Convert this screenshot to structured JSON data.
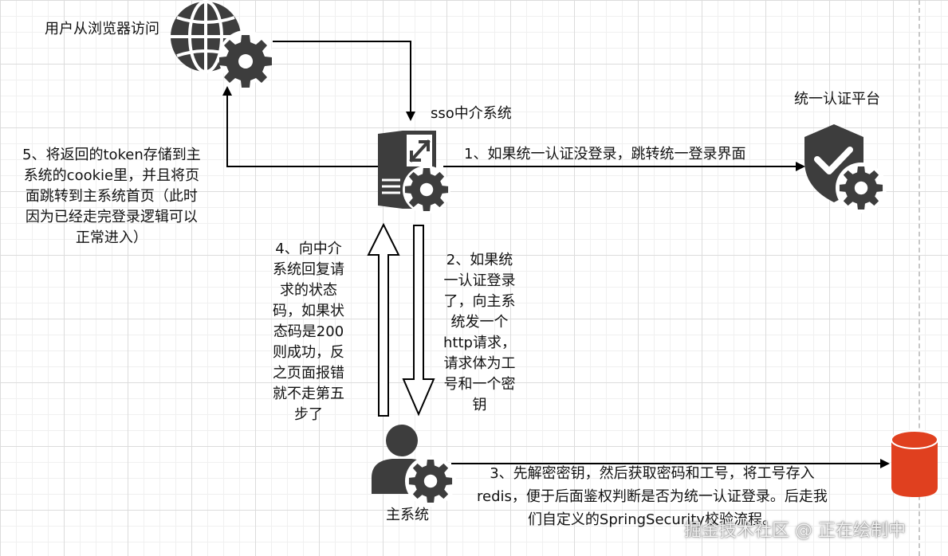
{
  "nodes": {
    "browser_label": "用户从浏览器访问",
    "sso_label": "sso中介系统",
    "auth_label": "统一认证平台",
    "main_label": "主系统"
  },
  "steps": {
    "step1": "1、如果统一认证没登录，跳转统一登录界面",
    "step2": "2、如果统\n一认证登录\n了，向主系\n统发一个\nhttp请求，\n请求体为工\n号和一个密\n钥",
    "step3": "3、先解密密钥，然后获取密码和工号，将工号存入\nredis，便于后面鉴权判断是否为统一认证登录。后走我\n们自定义的SpringSecurity校验流程。",
    "step4": "4、向中介\n系统回复请\n求的状态\n码，如果状\n态码是200\n则成功，反\n之页面报错\n就不走第五\n步了",
    "step5": "5、将返回的token存储到主\n系统的cookie里，并且将页\n面跳转到主系统首页（此时\n因为已经走完登录逻辑可以\n正常进入）"
  },
  "watermark": "掘金技术社区 @ 正在绘制中",
  "colors": {
    "icon": "#3d3d3d",
    "database": "#e0401f",
    "arrow": "#000000",
    "grid": "#dcdcdc"
  },
  "icons": [
    "globe-gear-icon",
    "server-gear-icon",
    "shield-check-gear-icon",
    "user-gear-icon",
    "database-icon"
  ]
}
